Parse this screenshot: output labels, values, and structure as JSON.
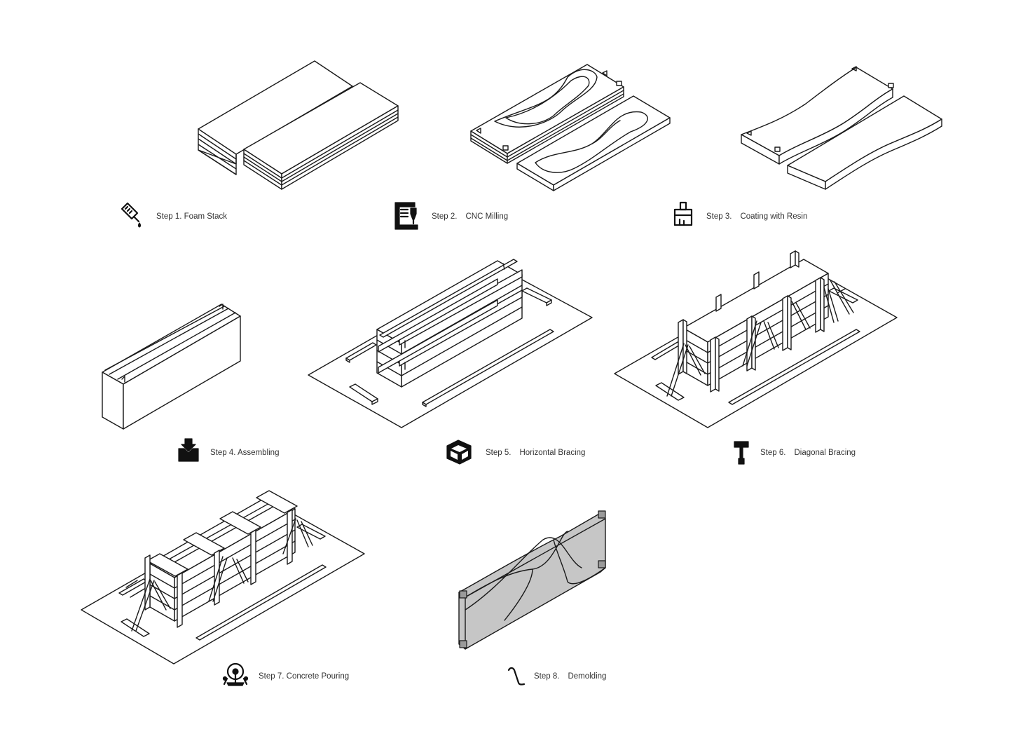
{
  "steps": [
    {
      "number": "Step 1.",
      "title": "Foam Stack",
      "icon": "glue-bottle-icon"
    },
    {
      "number": "Step 2.",
      "title": "CNC Milling",
      "icon": "cnc-machine-icon"
    },
    {
      "number": "Step 3.",
      "title": "Coating with Resin",
      "icon": "paint-brush-icon"
    },
    {
      "number": "Step 4.",
      "title": "Assembling",
      "icon": "box-download-icon"
    },
    {
      "number": "Step 5.",
      "title": "Horizontal Bracing",
      "icon": "crate-icon"
    },
    {
      "number": "Step 6.",
      "title": "Diagonal Bracing",
      "icon": "hammer-icon"
    },
    {
      "number": "Step 7.",
      "title": "Concrete Pouring",
      "icon": "concrete-pump-icon"
    },
    {
      "number": "Step 8.",
      "title": "Demolding",
      "icon": "crowbar-icon"
    }
  ],
  "colors": {
    "line": "#1a1a1a",
    "panel_fill": "#c6c6c6",
    "background": "#ffffff"
  }
}
